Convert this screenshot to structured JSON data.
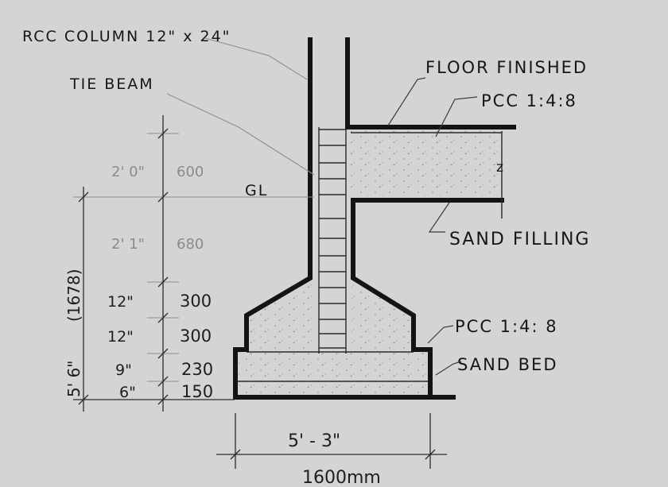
{
  "colors": {
    "paper": "#d4d4d2",
    "ink": "#141414",
    "faint_ink": "#8b8b8b"
  },
  "labels": {
    "column": "RCC COLUMN 12\" x 24\"",
    "tie_beam": "TIE BEAM",
    "floor_finished": "FLOOR FINISHED",
    "pcc_floor": "PCC 1:4:8",
    "ground_level": "GL",
    "sand_filling": "SAND FILLING",
    "pcc_footing": "PCC 1:4: 8",
    "sand_bed": "SAND BED",
    "floor_mark": "z"
  },
  "dimensions": {
    "total_height_imperial": "5' 6\"",
    "total_height_mm": "(1678)",
    "rows": [
      {
        "imperial": "2' 0\"",
        "metric": "600"
      },
      {
        "imperial": "2' 1\"",
        "metric": "680"
      },
      {
        "imperial": "12\"",
        "metric": "300"
      },
      {
        "imperial": "12\"",
        "metric": "300"
      },
      {
        "imperial": "9\"",
        "metric": "230"
      },
      {
        "imperial": "6\"",
        "metric": "150"
      }
    ],
    "base_width_imperial": "5' - 3\"",
    "base_width_mm": "1600mm"
  }
}
